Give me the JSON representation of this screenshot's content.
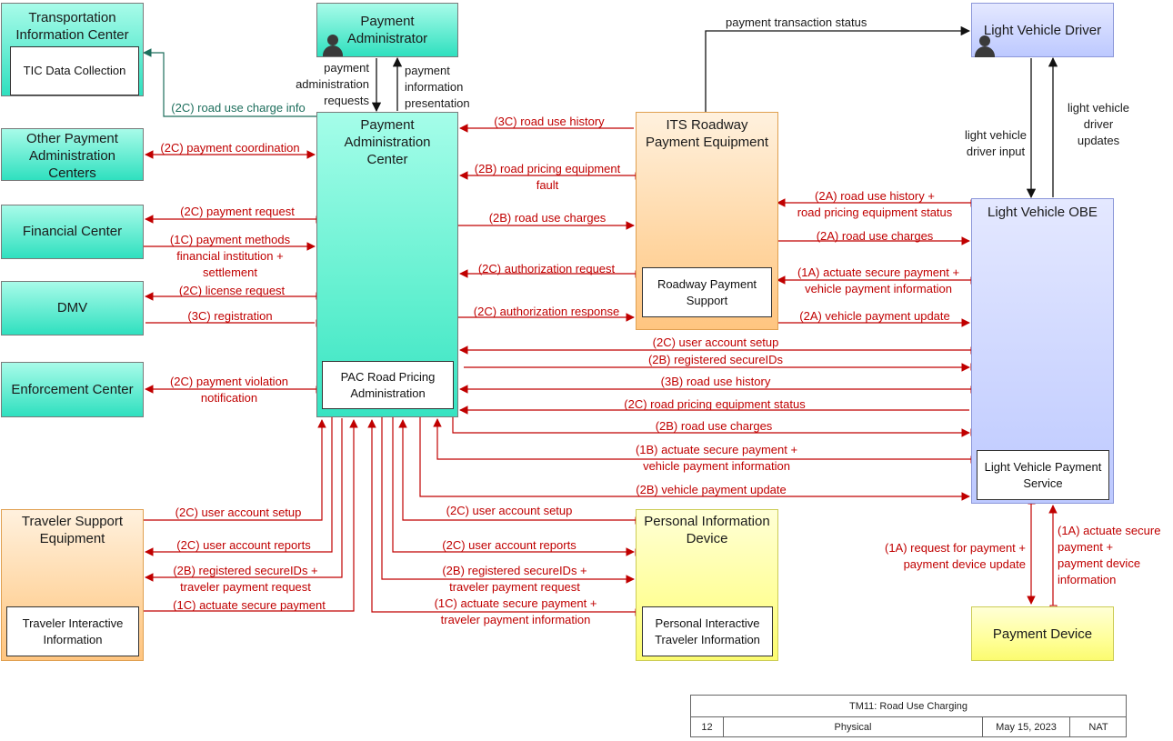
{
  "nodes": {
    "tic": {
      "title": "Transportation\nInformation Center",
      "sub": "TIC Data Collection"
    },
    "payadmin": {
      "title": "Payment\nAdministrator"
    },
    "lvd": {
      "title": "Light Vehicle Driver"
    },
    "opac": {
      "title": "Other Payment\nAdministration\nCenters"
    },
    "fc": {
      "title": "Financial Center"
    },
    "dmv": {
      "title": "DMV"
    },
    "ec": {
      "title": "Enforcement Center"
    },
    "pac": {
      "title": "Payment\nAdministration\nCenter",
      "sub": "PAC Road Pricing\nAdministration"
    },
    "its": {
      "title": "ITS Roadway\nPayment Equipment",
      "sub": "Roadway Payment\nSupport"
    },
    "obe": {
      "title": "Light Vehicle OBE",
      "sub": "Light Vehicle Payment\nService"
    },
    "tse": {
      "title": "Traveler Support\nEquipment",
      "sub": "Traveler Interactive\nInformation"
    },
    "pid": {
      "title": "Personal Information\nDevice",
      "sub": "Personal Interactive\nTraveler Information"
    },
    "pd": {
      "title": "Payment Device"
    }
  },
  "flows": {
    "f_pay_tx_status": "payment transaction status",
    "f_pay_admin_req": "payment\nadministration\nrequests",
    "f_pay_info_pres": "payment\ninformation\npresentation",
    "f_lvd_input": "light vehicle\ndriver input",
    "f_lvd_updates": "light vehicle\ndriver updates",
    "f_tic": "(2C) road use charge info",
    "f_opac": "(2C) payment coordination",
    "f_fc_req": "(2C) payment request",
    "f_fc_methods": "(1C) payment methods\nfinancial institution +\nsettlement",
    "f_dmv_lic": "(2C) license request",
    "f_dmv_reg": "(3C) registration",
    "f_ec": "(2C) payment violation\nnotification",
    "f_its_hist": "(3C) road use history",
    "f_its_fault": "(2B) road pricing equipment\nfault",
    "f_its_charges": "(2B) road use charges",
    "f_its_authreq": "(2C) authorization request",
    "f_its_authresp": "(2C) authorization response",
    "f_obe_hist_status": "(2A) road use history +\nroad pricing equipment status",
    "f_obe_charges_2a": "(2A) road use charges",
    "f_obe_actuate_1a": "(1A) actuate secure payment +\nvehicle payment information",
    "f_obe_update_2a": "(2A) vehicle payment update",
    "f_pac_obe_setup": "(2C) user account setup",
    "f_pac_obe_ids": "(2B) registered secureIDs",
    "f_pac_obe_hist": "(3B) road use history",
    "f_pac_obe_status": "(2C) road pricing equipment status",
    "f_pac_obe_charges": "(2B) road use charges",
    "f_pac_obe_actuate": "(1B) actuate secure payment +\nvehicle payment information",
    "f_pac_obe_update": "(2B) vehicle payment update",
    "f_tse_setup": "(2C) user account setup",
    "f_tse_reports": "(2C) user account reports",
    "f_tse_ids": "(2B) registered secureIDs +\ntraveler payment request",
    "f_tse_actuate": "(1C) actuate secure payment",
    "f_pid_setup": "(2C) user account setup",
    "f_pid_reports": "(2C) user account reports",
    "f_pid_ids": "(2B) registered secureIDs +\ntraveler payment request",
    "f_pid_actuate": "(1C) actuate secure payment +\ntraveler payment information",
    "f_pd_req": "(1A) request for payment +\npayment device update",
    "f_pd_actuate": "(1A) actuate secure\npayment +\npayment device\ninformation"
  },
  "title_block": {
    "title": "TM11: Road Use Charging",
    "number": "12",
    "view": "Physical",
    "date": "May 15, 2023",
    "scope": "NAT"
  },
  "colors": {
    "flow": "#c00000",
    "context_flow": "#1a1a1a",
    "tic_flow": "#1d6e5c"
  }
}
